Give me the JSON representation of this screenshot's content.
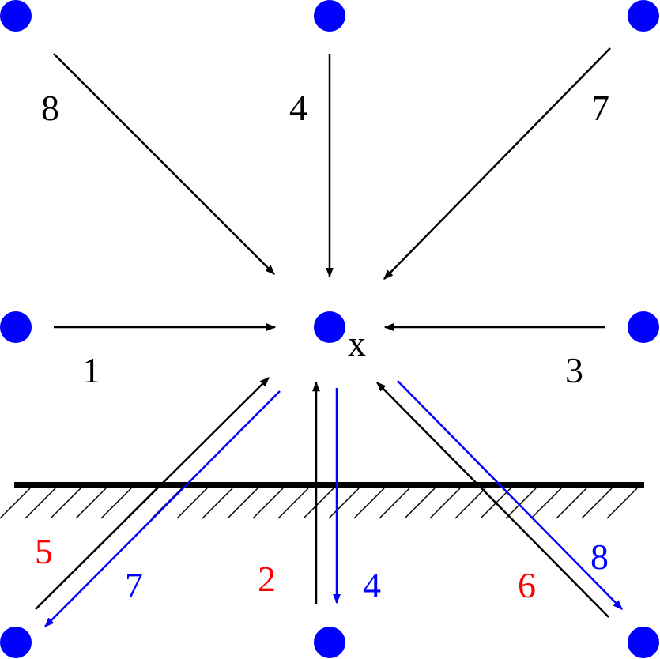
{
  "colors": {
    "node": "#0000ff",
    "black": "#000000",
    "red": "#ff0000",
    "blue": "#0000ff"
  },
  "center_label": "x",
  "direction_labels": {
    "top_left": "8",
    "top_center": "4",
    "top_right": "7",
    "middle_left": "1",
    "middle_right": "3"
  },
  "boundary_labels": {
    "incoming_left": "5",
    "outgoing_left": "7",
    "incoming_center": "2",
    "outgoing_center": "4",
    "incoming_right": "6",
    "outgoing_right": "8"
  }
}
